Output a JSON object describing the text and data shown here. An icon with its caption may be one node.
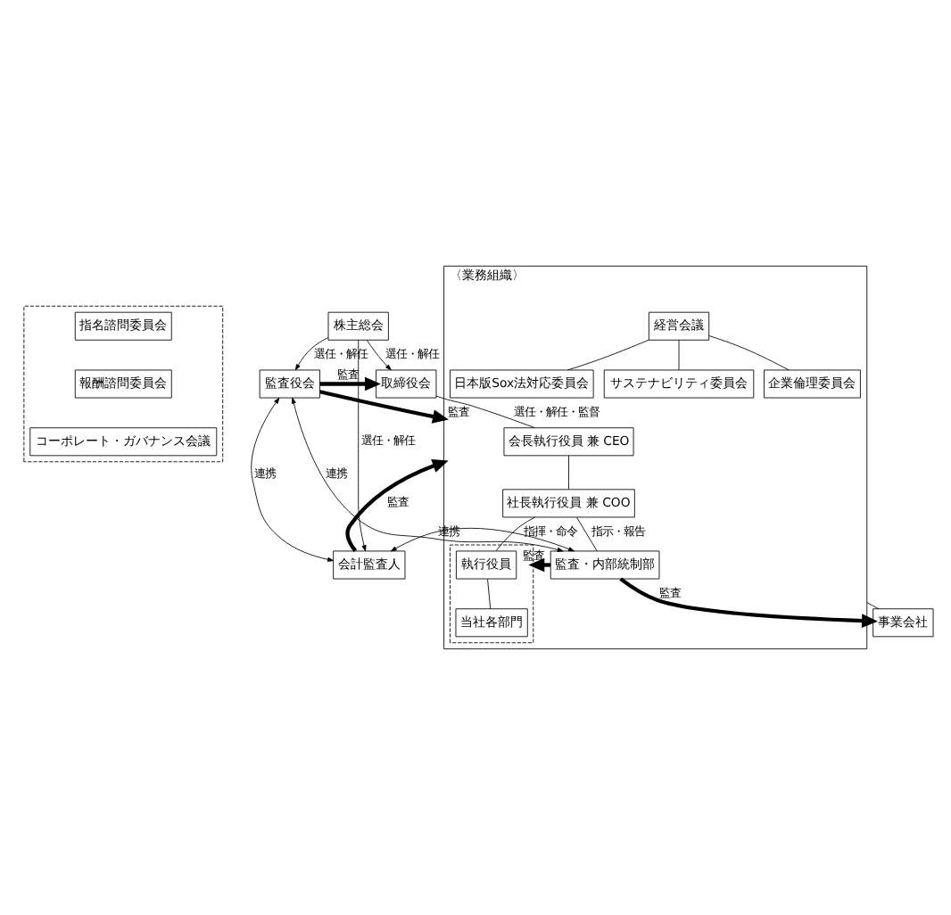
{
  "diagram": {
    "nodes": [
      {
        "text": [
          "株主総会"
        ]
      },
      {
        "text": [],
        "shape": "box"
      },
      {
        "text": [
          "指名諮問委員会"
        ],
        "in": 1
      },
      {
        "text": [
          "報酬諮問委員会"
        ],
        "in": 1
      },
      {
        "text": [
          "コーポレート・ガバナンス会議"
        ],
        "in": 1
      },
      {
        "text": [
          "取締役会"
        ]
      },
      {
        "text": [
          "監査役会"
        ]
      },
      {
        "text": [
          "〈業務組織〉"
        ]
      },
      {
        "text": [
          "会長執行役員 兼 CEO"
        ],
        "in": 7
      },
      {
        "text": [
          "社長執行役員 兼 COO"
        ],
        "in": 7
      },
      {
        "text": [
          "経営会議"
        ],
        "in": 7
      },
      {
        "text": [
          "サステナビリティ委員会"
        ],
        "in": 7
      },
      {
        "text": [
          "企業倫理委員会"
        ],
        "in": 7
      },
      {
        "text": [
          "日本版Sox法対応委員会"
        ],
        "in": 7
      },
      {
        "text": [],
        "shape": "box",
        "in": 7
      },
      {
        "text": [
          "執行役員"
        ],
        "in": 14
      },
      {
        "text": [
          "当社各部門"
        ],
        "in": 14
      },
      {
        "text": [
          "監査・内部統制部"
        ],
        "in": 7
      },
      {
        "text": [
          "会計監査人"
        ]
      },
      {
        "text": [
          "事業会社"
        ]
      }
    ],
    "edges": [
      {
        "from": 0,
        "to": 5,
        "arrow": "to",
        "label": "選任・解任"
      },
      {
        "from": 0,
        "to": 6,
        "arrow": "to",
        "label": "選任・解任"
      },
      {
        "from": 0,
        "to": 18,
        "arrow": "to",
        "label": "選任・解任"
      },
      {
        "from": 6,
        "to": 5,
        "arrow": "to",
        "label": "監査",
        "style": "thick"
      },
      {
        "from": 6,
        "to": 7,
        "arrow": "to",
        "label": "監査",
        "style": "thick"
      },
      {
        "from": 5,
        "to": 8,
        "arrow": "none",
        "label": "選任・解任・監督"
      },
      {
        "from": 8,
        "to": 9,
        "arrow": "none"
      },
      {
        "from": 9,
        "to": 15,
        "arrow": "none",
        "label": "指揮・命令"
      },
      {
        "from": 10,
        "to": 11,
        "arrow": "none"
      },
      {
        "from": 10,
        "to": 12,
        "arrow": "none"
      },
      {
        "from": 10,
        "to": 13,
        "arrow": "none"
      },
      {
        "from": 9,
        "to": 17,
        "arrow": "none",
        "label": "指示・報告"
      },
      {
        "from": 6,
        "to": 17,
        "arrow": "both",
        "label": "連携"
      },
      {
        "from": 6,
        "to": 18,
        "arrow": "both",
        "label": "連携"
      },
      {
        "from": 17,
        "to": 18,
        "arrow": "both",
        "label": "連携"
      },
      {
        "from": 17,
        "to": 14,
        "arrow": "to",
        "label": "監査",
        "style": "thick"
      },
      {
        "from": 18,
        "to": 7,
        "arrow": "to",
        "label": "監査",
        "style": "thick"
      },
      {
        "from": 17,
        "to": 19,
        "arrow": "to",
        "label": "監査",
        "style": "thick"
      },
      {
        "from": 7,
        "to": 19,
        "arrow": "none"
      },
      {
        "from": 15,
        "to": 16,
        "arrow": "none"
      }
    ]
  }
}
